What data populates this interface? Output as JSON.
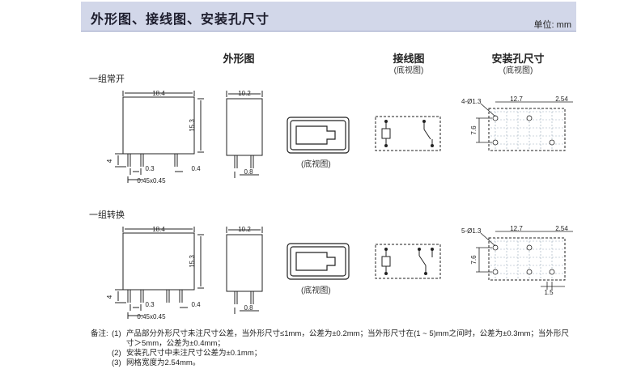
{
  "header": {
    "title": "外形图、接线图、安装孔尺寸",
    "unit": "单位: mm"
  },
  "columns": {
    "outline": "外形图",
    "wiring": "接线图",
    "wiring_sub": "(底视图)",
    "mounting": "安装孔尺寸",
    "mounting_sub": "(底视图)"
  },
  "groups": [
    {
      "label": "一组常开",
      "dims": {
        "width": "18.4",
        "height": "15.3",
        "pin_len": "4",
        "pin_pitch": "0.3",
        "pin_size": "0.45x0.45",
        "side_pin": "0.4",
        "depth": "10.2",
        "side_bottom": "0.8"
      },
      "bottom_caption": "(底视图)",
      "mount": {
        "holes": "4-Ø1.3",
        "pitch": "12.7",
        "spacing": "2.54",
        "height": "7.6"
      }
    },
    {
      "label": "一组转换",
      "dims": {
        "width": "18.4",
        "height": "15.3",
        "pin_len": "4",
        "pin_pitch": "0.3",
        "pin_size": "0.45x0.45",
        "side_pin": "0.4",
        "depth": "10.2",
        "side_bottom": "0.8"
      },
      "bottom_caption": "(底视图)",
      "mount": {
        "holes": "5-Ø1.3",
        "pitch": "12.7",
        "spacing": "2.54",
        "height": "7.6",
        "offset": "1.5"
      }
    }
  ],
  "notes": {
    "label": "备注:",
    "items": [
      {
        "num": "(1)",
        "text": "产品部分外形尺寸未注尺寸公差，当外形尺寸≤1mm，公差为±0.2mm；当外形尺寸在(1 ~ 5)mm之间时，公差为±0.3mm；当外形尺",
        "cont": "寸＞5mm，公差为±0.4mm；"
      },
      {
        "num": "(2)",
        "text": "安装孔尺寸中未注尺寸公差为±0.1mm；"
      },
      {
        "num": "(3)",
        "text": "网格宽度为2.54mm。"
      }
    ]
  }
}
